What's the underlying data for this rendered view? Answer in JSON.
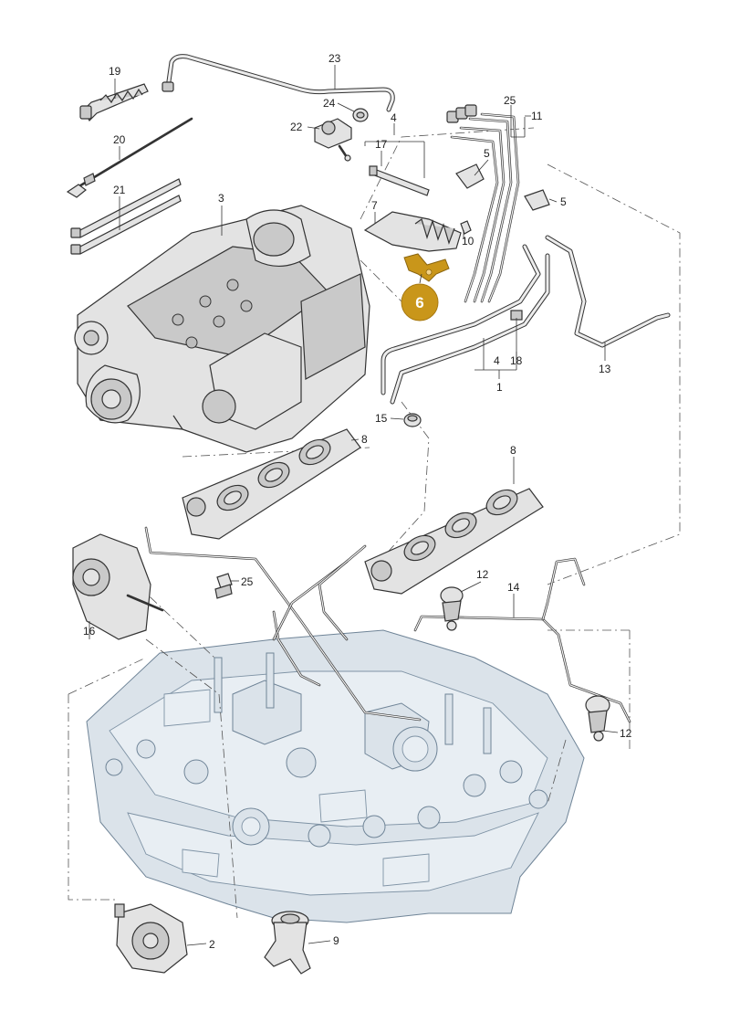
{
  "diagram": {
    "type": "exploded parts diagram",
    "highlight_color": "#c9961a",
    "highlighted_part": "6",
    "callouts": [
      {
        "id": "c19",
        "text": "19"
      },
      {
        "id": "c23",
        "text": "23"
      },
      {
        "id": "c24",
        "text": "24"
      },
      {
        "id": "c22",
        "text": "22"
      },
      {
        "id": "c4a",
        "text": "4"
      },
      {
        "id": "c17",
        "text": "17"
      },
      {
        "id": "c25a",
        "text": "25"
      },
      {
        "id": "c11",
        "text": "11"
      },
      {
        "id": "c5a",
        "text": "5"
      },
      {
        "id": "c5b",
        "text": "5"
      },
      {
        "id": "c20",
        "text": "20"
      },
      {
        "id": "c21",
        "text": "21"
      },
      {
        "id": "c3",
        "text": "3"
      },
      {
        "id": "c7",
        "text": "7"
      },
      {
        "id": "c10",
        "text": "10"
      },
      {
        "id": "c4b",
        "text": "4"
      },
      {
        "id": "c18",
        "text": "18"
      },
      {
        "id": "c1",
        "text": "1"
      },
      {
        "id": "c13",
        "text": "13"
      },
      {
        "id": "c15",
        "text": "15"
      },
      {
        "id": "c8a",
        "text": "8"
      },
      {
        "id": "c8b",
        "text": "8"
      },
      {
        "id": "c25b",
        "text": "25"
      },
      {
        "id": "c12a",
        "text": "12"
      },
      {
        "id": "c14",
        "text": "14"
      },
      {
        "id": "c16",
        "text": "16"
      },
      {
        "id": "c12b",
        "text": "12"
      },
      {
        "id": "c2",
        "text": "2"
      },
      {
        "id": "c9",
        "text": "9"
      }
    ],
    "badge": {
      "text": "6"
    }
  }
}
